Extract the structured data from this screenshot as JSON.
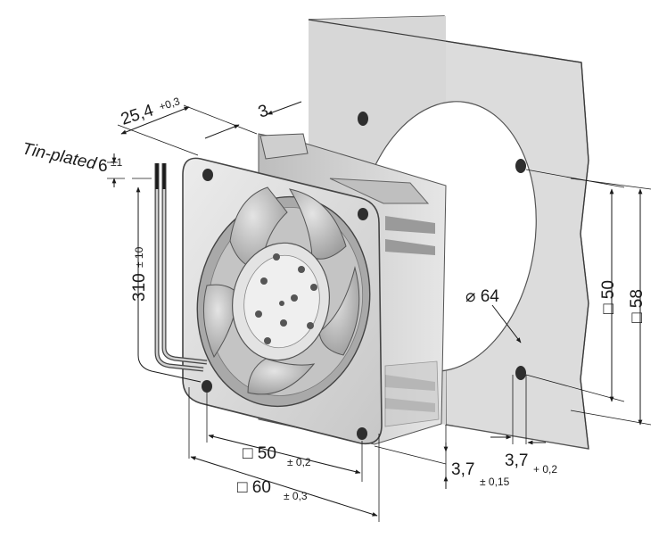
{
  "labels": {
    "depth": "25,4",
    "depth_tol": "+0,3",
    "flange": "3",
    "tin": "Tin-plated",
    "tin_len": "6",
    "tin_tol": "±1",
    "lead_len": "310",
    "lead_tol": "± 10",
    "hole_dia": "⌀ 64",
    "inner_sq": "□ 50",
    "outer_sq": "□ 58",
    "base_sq50": "□ 50",
    "base_sq50_tol": "± 0,2",
    "base_sq60": "□ 60",
    "base_sq60_tol": "± 0,3",
    "edge1": "3,7",
    "edge1_tol": "± 0,15",
    "edge2": "3,7",
    "edge2_tol": "+ 0,2"
  }
}
